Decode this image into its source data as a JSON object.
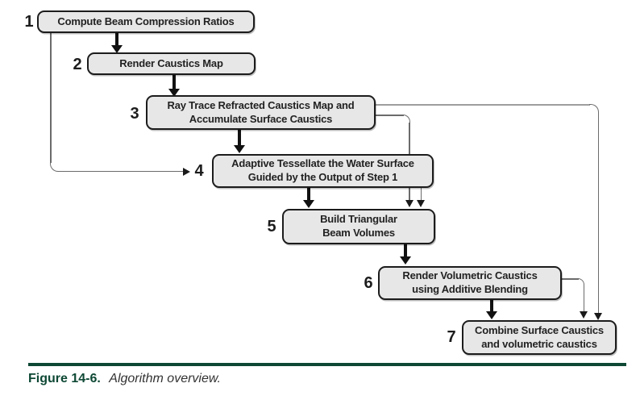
{
  "figure": {
    "caption_label": "Figure 14-6.",
    "caption_text": "Algorithm overview."
  },
  "flowchart": {
    "steps": [
      {
        "number": "1",
        "label": "Compute Beam Compression Ratios"
      },
      {
        "number": "2",
        "label": "Render Caustics Map"
      },
      {
        "number": "3",
        "label": "Ray Trace Refracted Caustics Map and\nAccumulate Surface Caustics"
      },
      {
        "number": "4",
        "label": "Adaptive Tessellate the Water Surface\nGuided by the Output of Step 1"
      },
      {
        "number": "5",
        "label": "Build Triangular\nBeam Volumes"
      },
      {
        "number": "6",
        "label": "Render Volumetric Caustics\nusing Additive Blending"
      },
      {
        "number": "7",
        "label": "Combine Surface Caustics\nand volumetric caustics"
      }
    ],
    "connections": [
      {
        "from": "1",
        "to": "2",
        "style": "thick-arrow"
      },
      {
        "from": "2",
        "to": "3",
        "style": "thick-arrow"
      },
      {
        "from": "3",
        "to": "4",
        "style": "thick-arrow"
      },
      {
        "from": "4",
        "to": "5",
        "style": "thick-arrow"
      },
      {
        "from": "5",
        "to": "6",
        "style": "thick-arrow"
      },
      {
        "from": "6",
        "to": "7",
        "style": "thick-arrow"
      },
      {
        "from": "1",
        "to": "4",
        "style": "thin-arrow"
      },
      {
        "from": "3",
        "to": "5",
        "style": "thin-arrow-behind-step4"
      },
      {
        "from": "4",
        "to": "5",
        "style": "thin-arrow"
      },
      {
        "from": "3",
        "to": "7",
        "style": "thin-arrow"
      },
      {
        "from": "6",
        "to": "7",
        "style": "thin-arrow"
      }
    ]
  },
  "colors": {
    "accent_green": "#0e4835",
    "node_fill": "#e7e7e7",
    "node_border": "#1c1c1c",
    "connector": "#6b6b6b"
  }
}
